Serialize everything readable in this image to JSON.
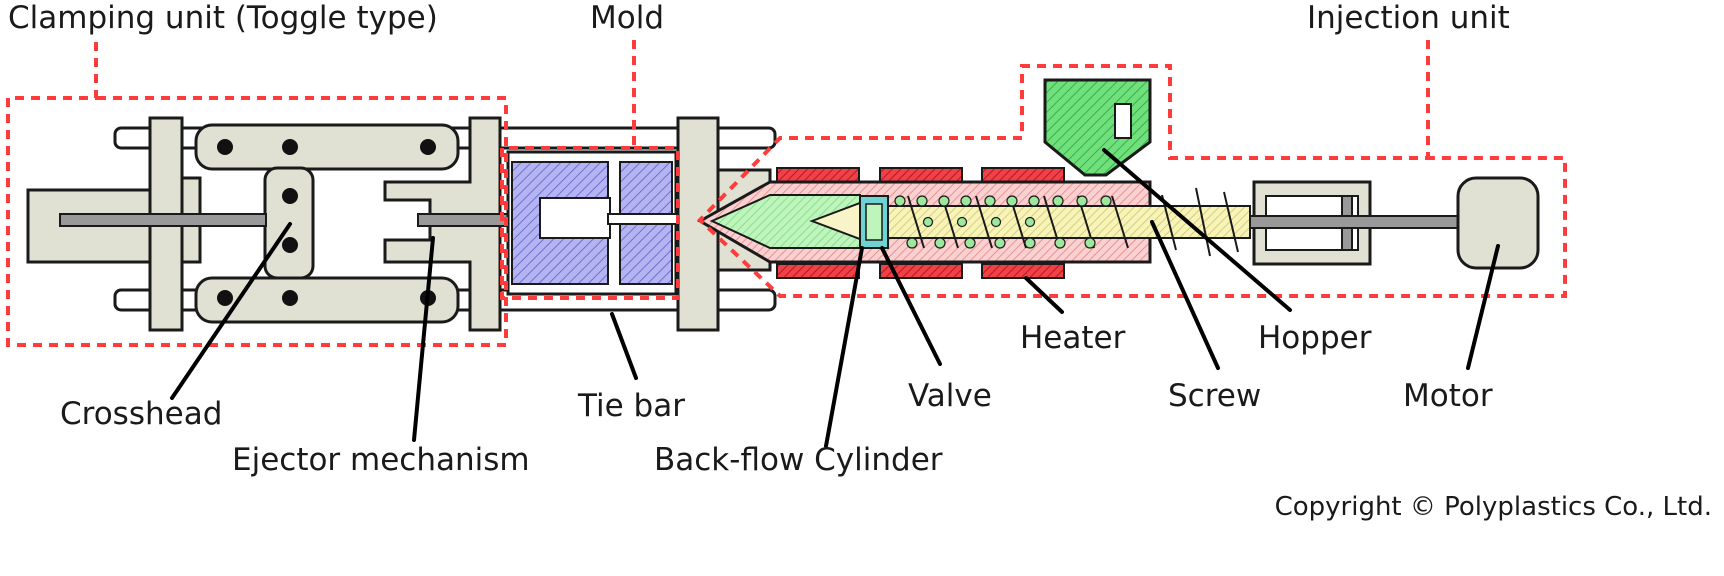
{
  "labels": {
    "clamping_unit": "Clamping unit (Toggle type)",
    "mold": "Mold",
    "injection_unit": "Injection unit",
    "crosshead": "Crosshead",
    "ejector_mechanism": "Ejector mechanism",
    "tie_bar": "Tie bar",
    "back_flow_cylinder": "Back-flow Cylinder",
    "valve": "Valve",
    "heater": "Heater",
    "screw": "Screw",
    "hopper": "Hopper",
    "motor": "Motor"
  },
  "copyright": "Copyright © Polyplastics Co., Ltd.",
  "colors": {
    "frame": "#e1e1d3",
    "outline": "#1a1a1a",
    "boundary": "#ff3b3b",
    "mold": "#a8a8ee",
    "heater": "#e8323c",
    "barrel": "#f7c4c4",
    "melt": "#b5f2b5",
    "screw": "#f5f0b0",
    "hopper": "#5ee06e",
    "valve": "#6fd3d3"
  }
}
